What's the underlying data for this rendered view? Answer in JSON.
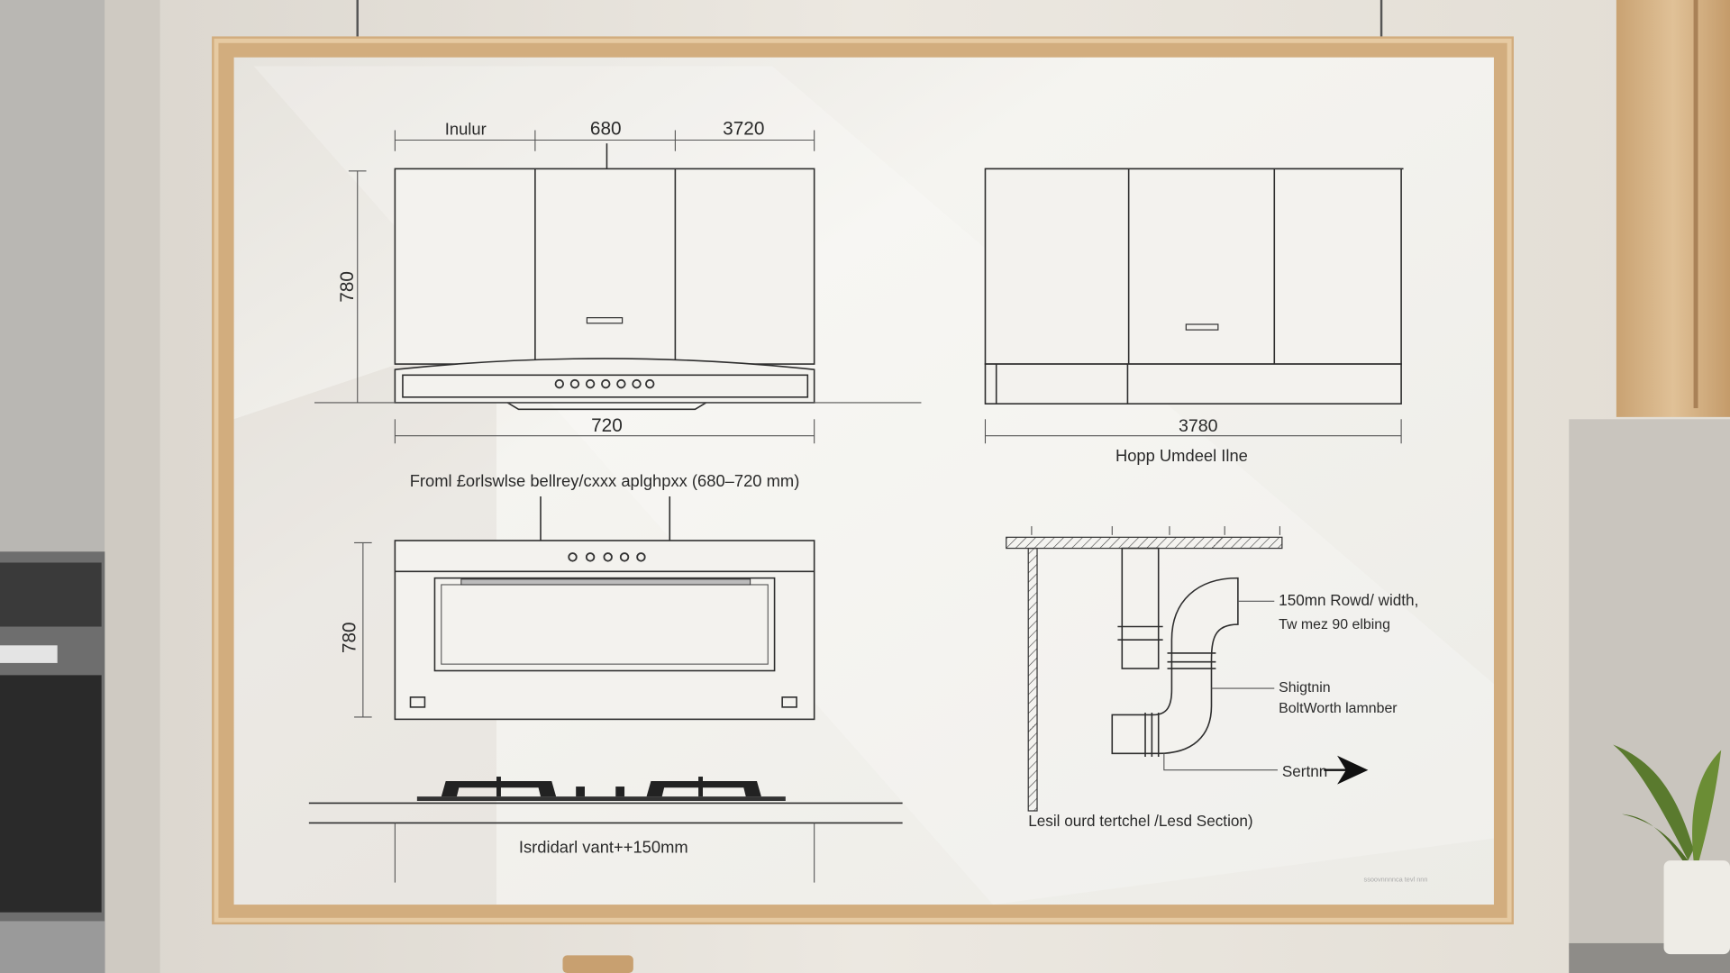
{
  "scene": {
    "wall_color": "#e8e3db",
    "frame_color": "#d6b487",
    "paper_color": "#f2f0eb",
    "ink_color": "#2e2e2e"
  },
  "front_view": {
    "dim_top": [
      "Inulur",
      "680",
      "3720"
    ],
    "dim_height": "780",
    "dim_bottom": "720",
    "caption": "Froml £orlswlse bellrey/cxxx aplghpxx (680–720 mm)"
  },
  "side_view": {
    "dim_bottom": "3780",
    "caption": "Hopp Umdeel Ilne"
  },
  "underside_view": {
    "dim_height": "780"
  },
  "cooktop_view": {
    "caption": "Isrdidarl vant++150mm"
  },
  "duct_section": {
    "label_1_line1": "150mn Rowd/ width,",
    "label_1_line2": "Tw mez 90 elbing",
    "label_2_line1": "Shigtnin",
    "label_2_line2": "BoltWorth lamnber",
    "label_3": "Sertnn",
    "caption": "Lesil ourd tertchel /Lesd Section)"
  },
  "watermark": "ssoovnnnnca tevl nnn"
}
